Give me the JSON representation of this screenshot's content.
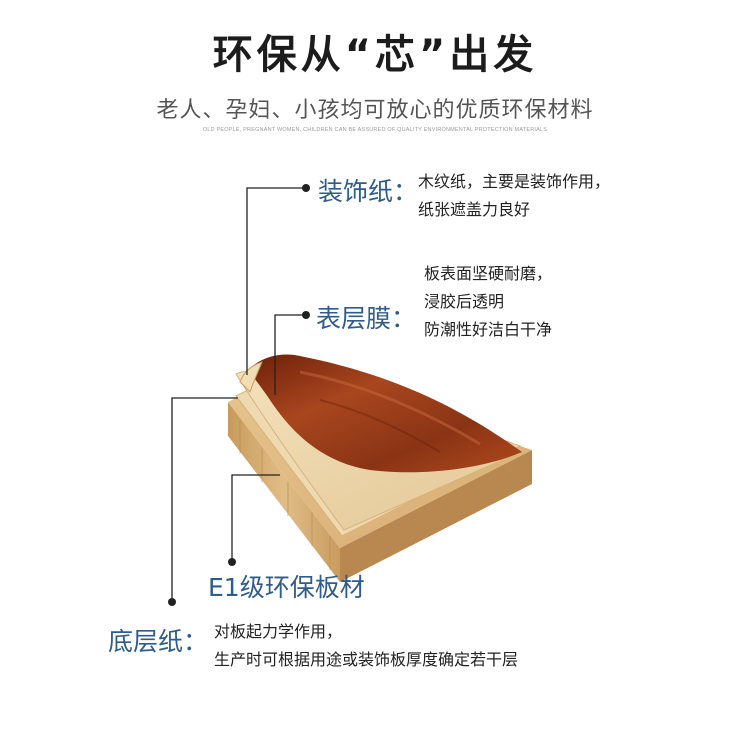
{
  "header": {
    "title": "环保从“芯”出发",
    "subtitle": "老人、孕妇、小孩均可放心的优质环保材料",
    "subtitle_en": "OLD PEOPLE, PREGNANT WOMEN, CHILDREN CAN BE ASSURED OF QUALITY ENVIRONMENTAL PROTECTION MATERIALS"
  },
  "layers": {
    "decor_paper": {
      "label": "装饰纸：",
      "desc": [
        "木纹纸，主要是装饰作用，",
        "纸张遮盖力良好"
      ]
    },
    "surface_film": {
      "label": "表层膜：",
      "desc": [
        "板表面坚硬耐磨，",
        "浸胶后透明",
        "防潮性好洁白干净"
      ]
    },
    "board": {
      "label": "E1级环保板材"
    },
    "base_paper": {
      "label": "底层纸：",
      "desc": [
        "对板起力学作用，",
        "生产时可根据用途或装饰板厚度确定若干层"
      ]
    }
  },
  "colors": {
    "label": "#2f5c8a",
    "leader_line": "#222222",
    "wood_veneer": "#8e3213",
    "film": "#ecd5a9",
    "board": "#d9b27a"
  }
}
